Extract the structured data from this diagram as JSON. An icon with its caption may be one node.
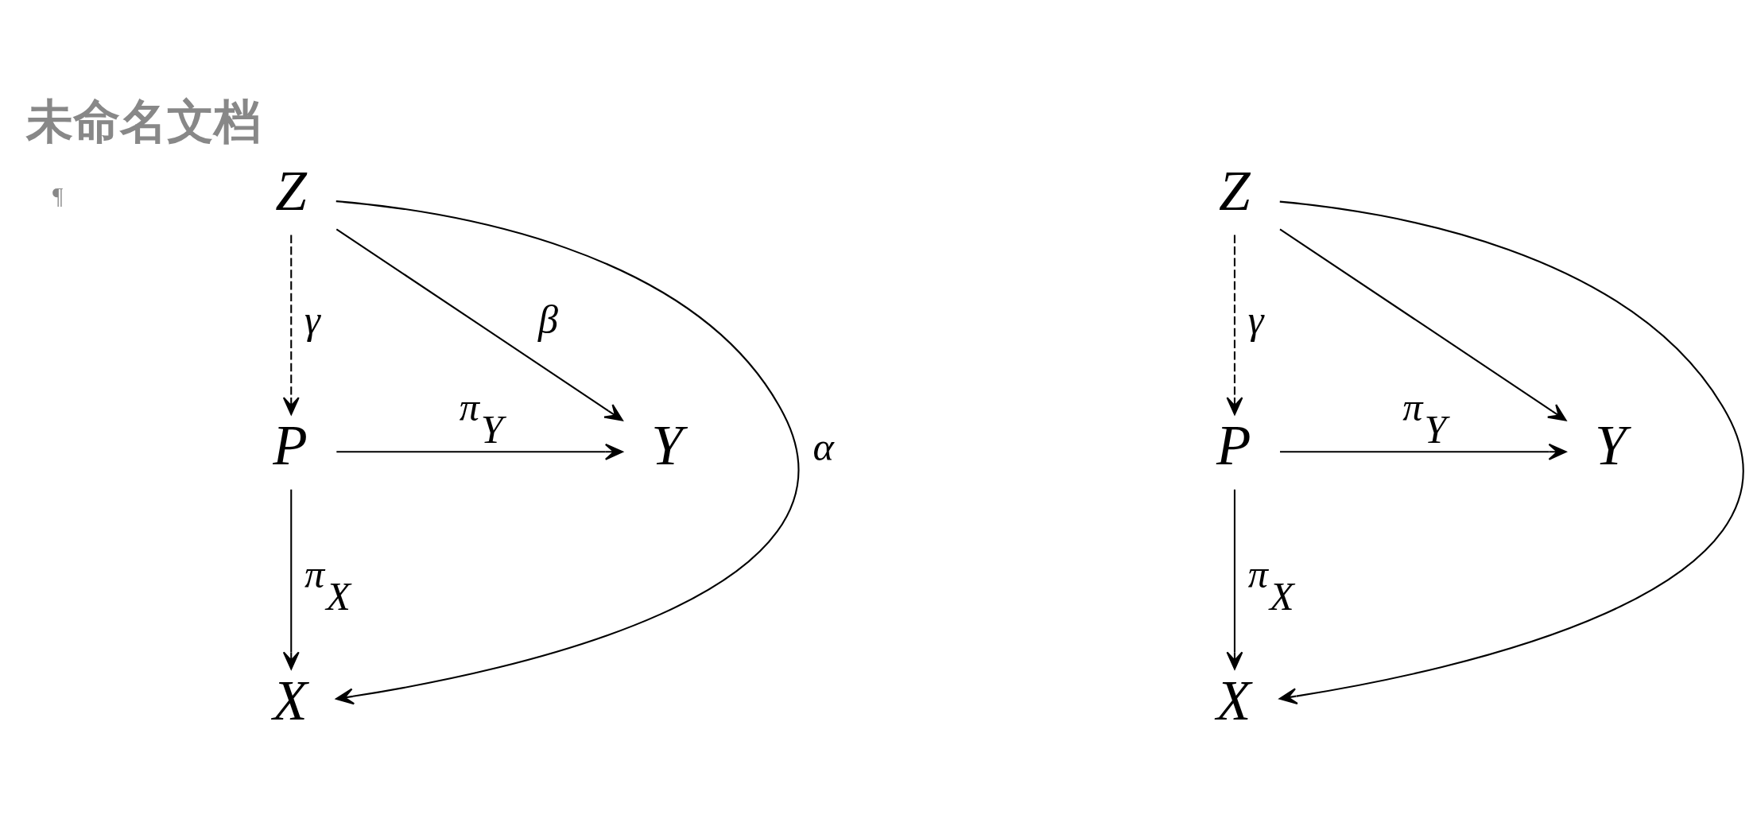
{
  "diagram": {
    "title": "未命名文档",
    "nodes": [
      {
        "text": [
          "Z"
        ]
      },
      {
        "text": [
          "P"
        ]
      },
      {
        "text": [
          "Y"
        ]
      },
      {
        "text": [
          "X"
        ]
      },
      {
        "text": [
          "Z"
        ]
      },
      {
        "text": [
          "P"
        ]
      },
      {
        "text": [
          "Y"
        ]
      },
      {
        "text": [
          "X"
        ]
      }
    ],
    "edges": [
      {
        "from": 0,
        "to": 2,
        "arrow": "to",
        "label": "β"
      },
      {
        "from": 0,
        "to": 1,
        "arrow": "to",
        "label": "γ",
        "style": "dashed"
      },
      {
        "from": 0,
        "to": 3,
        "arrow": "to",
        "label": "α"
      },
      {
        "from": 1,
        "to": 2,
        "arrow": "to",
        "label": "π$_{Y}$"
      },
      {
        "from": 1,
        "to": 3,
        "arrow": "to",
        "label": "π$_{X}$"
      },
      {
        "from": 4,
        "to": 6,
        "arrow": "to"
      },
      {
        "from": 4,
        "to": 5,
        "arrow": "to",
        "label": "γ",
        "style": "dashed"
      },
      {
        "from": 4,
        "to": 7,
        "arrow": "to"
      },
      {
        "from": 5,
        "to": 6,
        "arrow": "to",
        "label": "π$_{Y}$"
      },
      {
        "from": 5,
        "to": 7,
        "arrow": "to",
        "label": "π$_{X}$"
      }
    ],
    "labels": [
      "¶"
    ]
  }
}
